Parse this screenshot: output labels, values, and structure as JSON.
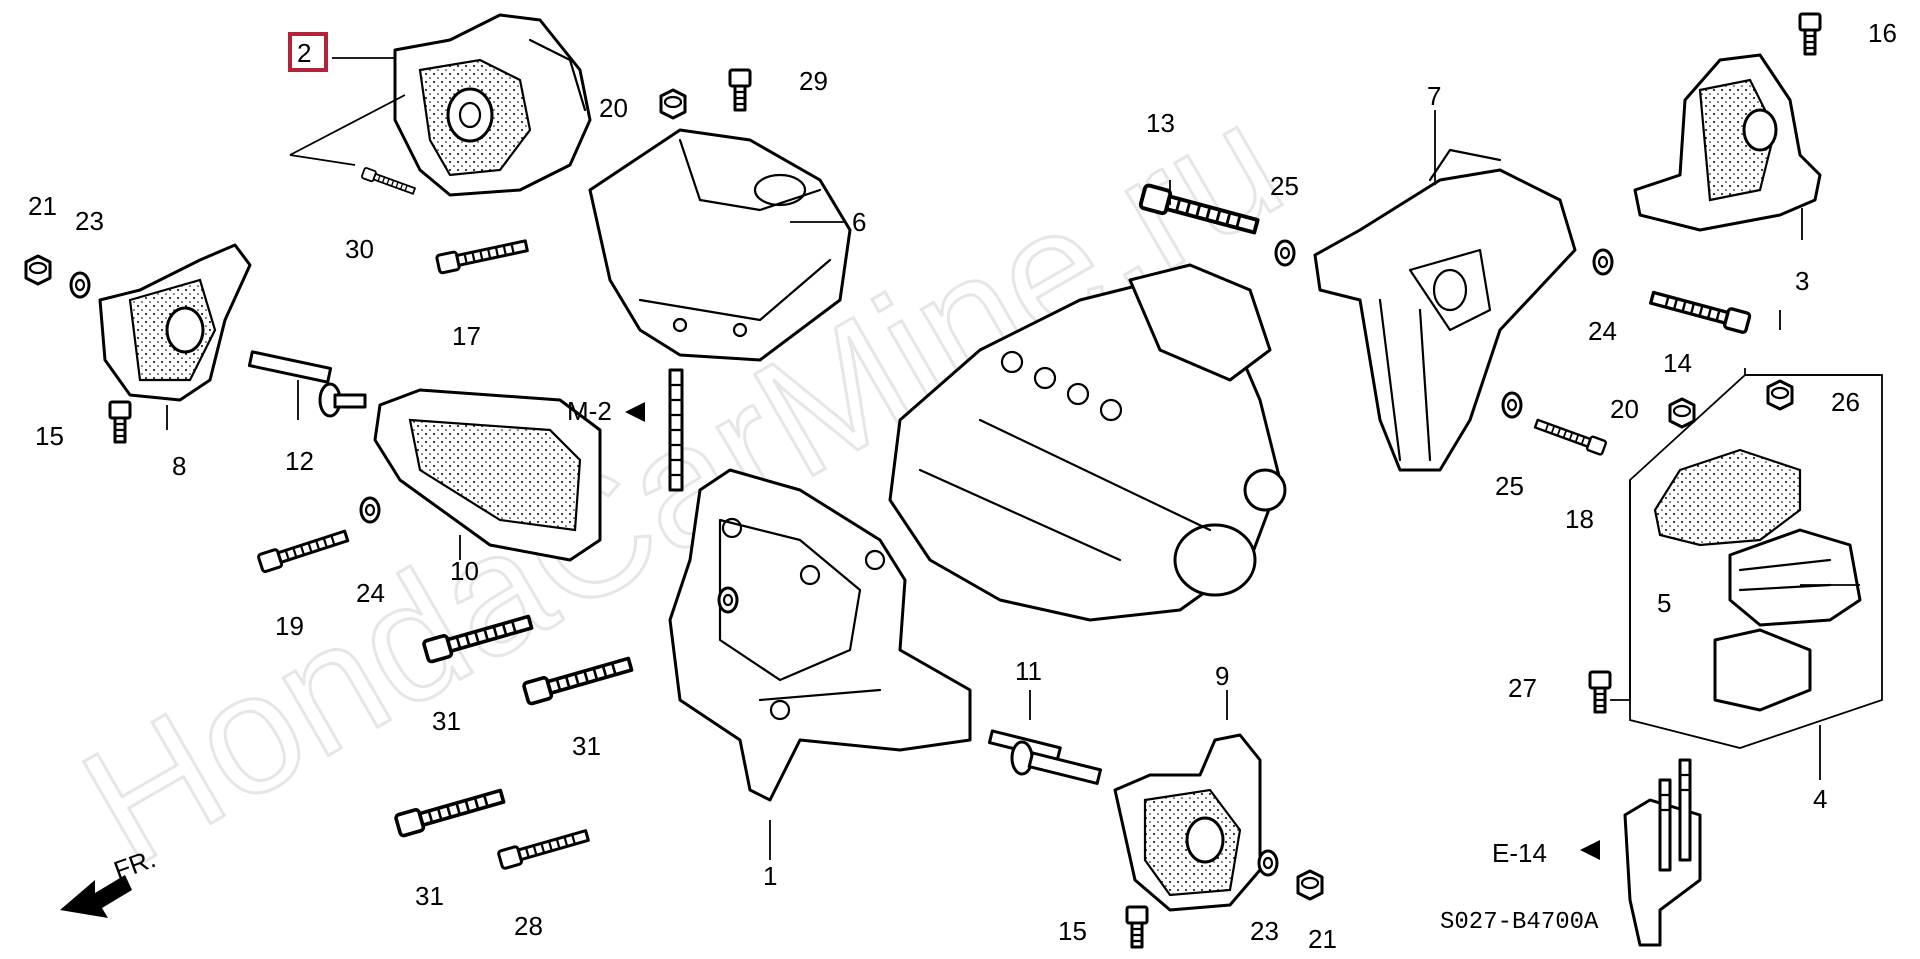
{
  "callouts": {
    "c1": "1",
    "c2": "2",
    "c3": "3",
    "c4": "4",
    "c5": "5",
    "c6": "6",
    "c7": "7",
    "c8": "8",
    "c9": "9",
    "c10": "10",
    "c11": "11",
    "c12": "12",
    "c13": "13",
    "c14": "14",
    "c15a": "15",
    "c15b": "15",
    "c16": "16",
    "c17": "17",
    "c18": "18",
    "c19": "19",
    "c20a": "20",
    "c20b": "20",
    "c21a": "21",
    "c21b": "21",
    "c23a": "23",
    "c23b": "23",
    "c24a": "24",
    "c24b": "24",
    "c25a": "25",
    "c25b": "25",
    "c26": "26",
    "c27": "27",
    "c28": "28",
    "c29": "29",
    "c30": "30",
    "c31a": "31",
    "c31b": "31",
    "c31c": "31"
  },
  "references": {
    "m2": "M-2",
    "e14": "E-14",
    "front": "FR."
  },
  "diagram_code": "S027-B4700A",
  "highlighted_part": "2",
  "watermark": "HondaCarMine.ru",
  "colors": {
    "line": "#000000",
    "highlight": "#b3243a",
    "watermark": "#e6e6e6"
  }
}
